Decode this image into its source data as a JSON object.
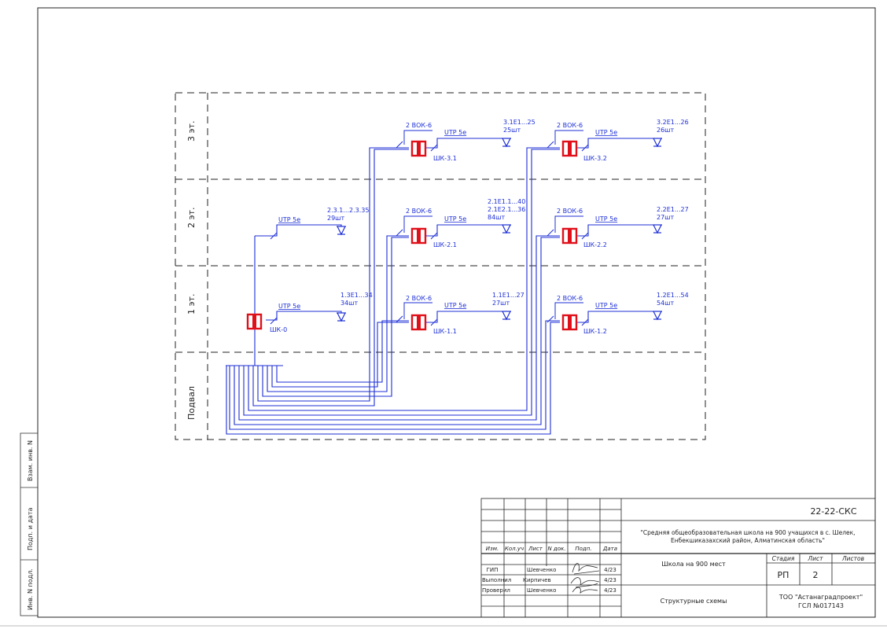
{
  "floors": [
    {
      "id": "f3",
      "label": "3 эт."
    },
    {
      "id": "f2",
      "label": "2 эт."
    },
    {
      "id": "f1",
      "label": "1 эт."
    },
    {
      "id": "bs",
      "label": "Подвал"
    }
  ],
  "cabinets": [
    {
      "id": "sk0",
      "name": "ШК-0"
    },
    {
      "id": "sk11",
      "name": "ШК-1.1",
      "feed": "2 ВОК-6"
    },
    {
      "id": "sk12",
      "name": "ШК-1.2",
      "feed": "2 ВОК-6"
    },
    {
      "id": "sk21",
      "name": "ШК-2.1",
      "feed": "2 ВОК-6"
    },
    {
      "id": "sk22",
      "name": "ШК-2.2",
      "feed": "2 ВОК-6"
    },
    {
      "id": "sk31",
      "name": "ШК-3.1",
      "feed": "2 ВОК-6"
    },
    {
      "id": "sk32",
      "name": "ШК-3.2",
      "feed": "2 ВОК-6"
    }
  ],
  "groups": [
    {
      "id": "g2a",
      "cable": "UTP 5e",
      "l1": "2.3.1...2.3.35",
      "l2": "29шт",
      "l3": ""
    },
    {
      "id": "g1a",
      "cable": "UTP 5e",
      "l1": "1.3E1...34",
      "l2": "34шт",
      "l3": ""
    },
    {
      "id": "g31",
      "cable": "UTP 5e",
      "l1": "3.1E1...25",
      "l2": "25шт",
      "l3": ""
    },
    {
      "id": "g32",
      "cable": "UTP 5e",
      "l1": "3.2E1...26",
      "l2": "26шт",
      "l3": ""
    },
    {
      "id": "g21",
      "cable": "UTP 5e",
      "l1": "2.1E1.1...40",
      "l2": "2.1E2.1...36",
      "l3": "84шт"
    },
    {
      "id": "g22",
      "cable": "UTP 5e",
      "l1": "2.2E1...27",
      "l2": "27шт",
      "l3": ""
    },
    {
      "id": "g11",
      "cable": "UTP 5e",
      "l1": "1.1E1...27",
      "l2": "27шт",
      "l3": ""
    },
    {
      "id": "g12",
      "cable": "UTP 5e",
      "l1": "1.2E1...54",
      "l2": "54шт",
      "l3": ""
    }
  ],
  "side_stamp": {
    "vzam": "Взам. инв. N",
    "podp": "Подп. и дата",
    "inv": "Инв. N подл."
  },
  "title_block": {
    "code": "22-22-СКС",
    "project": "\"Средняя общеобразовательная школа на 900 учащихся в с. Шелек,",
    "project2": "Енбекшиказахский район, Алматинская область\"",
    "object": "Школа на 900 мест",
    "sheet_name": "Структурные схемы",
    "org": "ТОО \"Астанаградпроект\"",
    "license": "ГСЛ №017143",
    "head": {
      "stage": "Стадия",
      "sheet": "Лист",
      "sheets": "Листов"
    },
    "vals": {
      "stage": "РП",
      "sheet": "2",
      "sheets": ""
    },
    "cols": [
      "Изм.",
      "Кол.уч",
      "Лист",
      "N док.",
      "Подп.",
      "Дата"
    ],
    "people": [
      {
        "role": "ГИП",
        "name": "Шевченко",
        "date": "4/23"
      },
      {
        "role": "Выполнил",
        "name": "Кирпичев",
        "date": "4/23"
      },
      {
        "role": "Проверил",
        "name": "Шевченко",
        "date": "4/23"
      }
    ]
  }
}
